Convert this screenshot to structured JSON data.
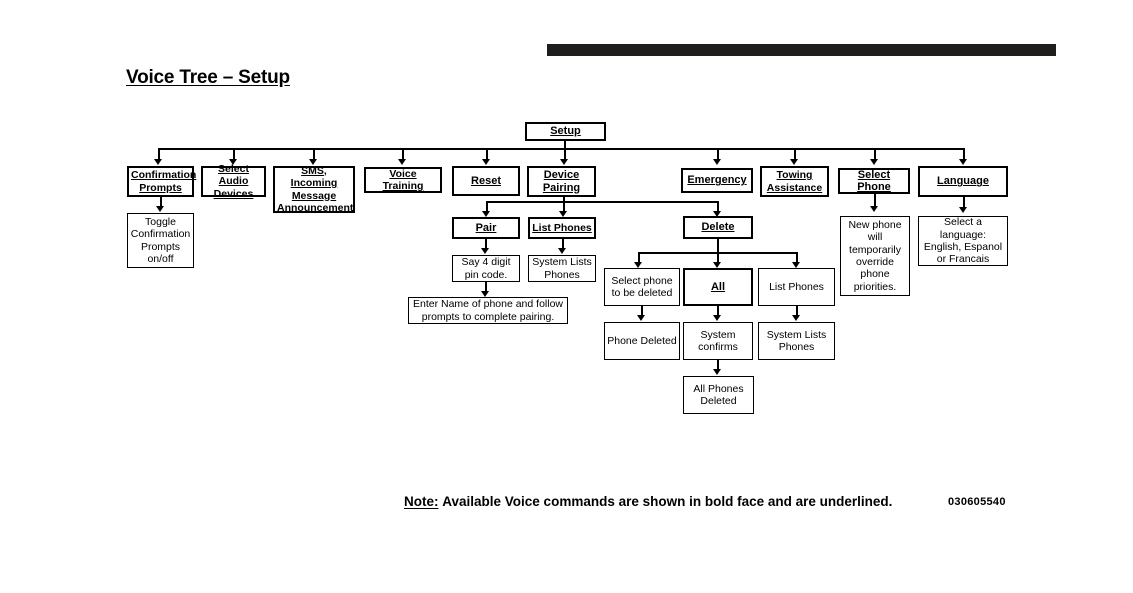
{
  "page": {
    "title": "Voice Tree – Setup",
    "document_code": "030605540",
    "header_rule_color": "#201d1d"
  },
  "note": {
    "label": "Note:",
    "text": "Available Voice commands are shown in bold face and are underlined."
  },
  "nodes": {
    "setup": "Setup",
    "confirmation_prompts": "Confirmation Prompts",
    "toggle_confirmation": "Toggle Confirmation Prompts on/off",
    "select_audio_devices": "Select Audio Devices",
    "sms_incoming": "SMS, Incoming Message Announcement",
    "voice_training": "Voice Training",
    "reset": "Reset",
    "device_pairing": "Device Pairing",
    "emergency": "Emergency",
    "towing_assistance": "Towing Assistance",
    "select_phone": "Select Phone",
    "language": "Language",
    "pair": "Pair",
    "list_phones_dp": "List Phones",
    "delete": "Delete",
    "say_pin": "Say 4 digit pin code.",
    "system_lists_phones_dp": "System Lists Phones",
    "enter_name": "Enter Name of phone and follow prompts to complete pairing.",
    "select_phone_to_delete": "Select phone to be deleted",
    "all": "All",
    "list_phones_del": "List Phones",
    "phone_deleted": "Phone Deleted",
    "system_confirms": "System confirms",
    "system_lists_phones_del": "System Lists Phones",
    "all_phones_deleted": "All Phones Deleted",
    "new_phone_override": "New phone will temporarily override phone priorities.",
    "select_a_language": "Select a language: English, Espanol or Francais"
  }
}
